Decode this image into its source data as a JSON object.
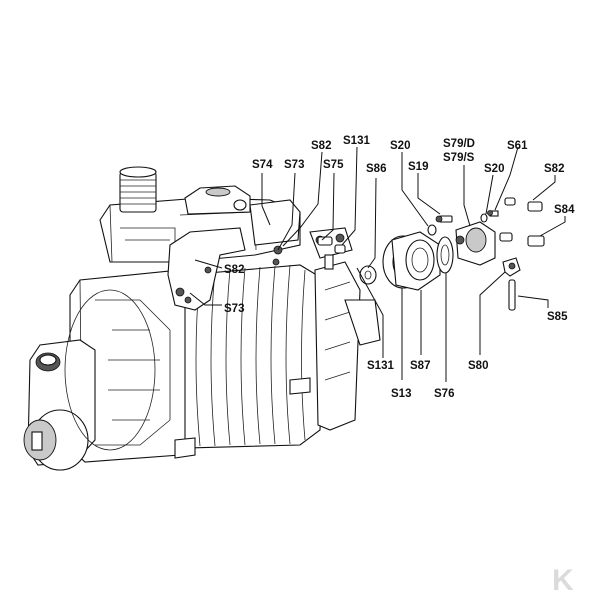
{
  "labels": [
    {
      "id": "S74",
      "text": "S74"
    },
    {
      "id": "S73a",
      "text": "S73"
    },
    {
      "id": "S82a",
      "text": "S82"
    },
    {
      "id": "S75",
      "text": "S75"
    },
    {
      "id": "S131a",
      "text": "S131"
    },
    {
      "id": "S86",
      "text": "S86"
    },
    {
      "id": "S20a",
      "text": "S20"
    },
    {
      "id": "S19",
      "text": "S19"
    },
    {
      "id": "S79D",
      "text": "S79/D"
    },
    {
      "id": "S79S",
      "text": "S79/S"
    },
    {
      "id": "S20b",
      "text": "S20"
    },
    {
      "id": "S61",
      "text": "S61"
    },
    {
      "id": "S82b",
      "text": "S82"
    },
    {
      "id": "S84",
      "text": "S84"
    },
    {
      "id": "S82c",
      "text": "S82"
    },
    {
      "id": "S73b",
      "text": "S73"
    },
    {
      "id": "S131b",
      "text": "S131"
    },
    {
      "id": "S13",
      "text": "S13"
    },
    {
      "id": "S87",
      "text": "S87"
    },
    {
      "id": "S76",
      "text": "S76"
    },
    {
      "id": "S80",
      "text": "S80"
    },
    {
      "id": "S85",
      "text": "S85"
    }
  ],
  "logo": {
    "text": "K"
  }
}
